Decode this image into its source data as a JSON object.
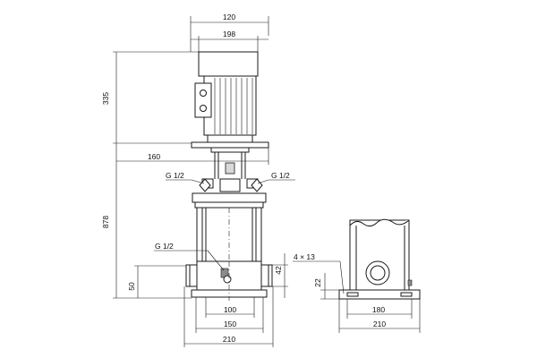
{
  "dimensions": {
    "top_width_small": "120",
    "top_width_large": "198",
    "motor_height": "335",
    "flange_width": "160",
    "total_height": "878",
    "connection_left": "G 1/2",
    "connection_right": "G 1/2",
    "drain_connection": "G 1/2",
    "port_height": "50",
    "port_center_offset": "42",
    "base_inner": "100",
    "base_mid": "150",
    "base_outer": "210",
    "hole_spec": "4 × 13",
    "base_thickness": "22",
    "side_base_inner": "180",
    "side_base_outer": "210"
  }
}
